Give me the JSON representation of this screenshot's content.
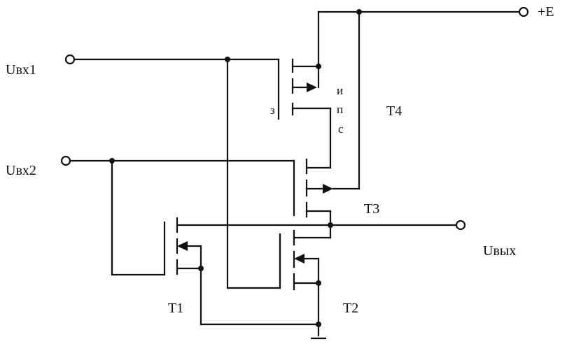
{
  "labels": {
    "input1": "Uвх1",
    "input2": "Uвх2",
    "output": "Uвых",
    "supply": "+E",
    "t1": "T1",
    "t2": "T2",
    "t3": "T3",
    "t4": "T4"
  },
  "pins": {
    "gate": "з",
    "source": "и",
    "substrate": "п",
    "drain": "с"
  }
}
